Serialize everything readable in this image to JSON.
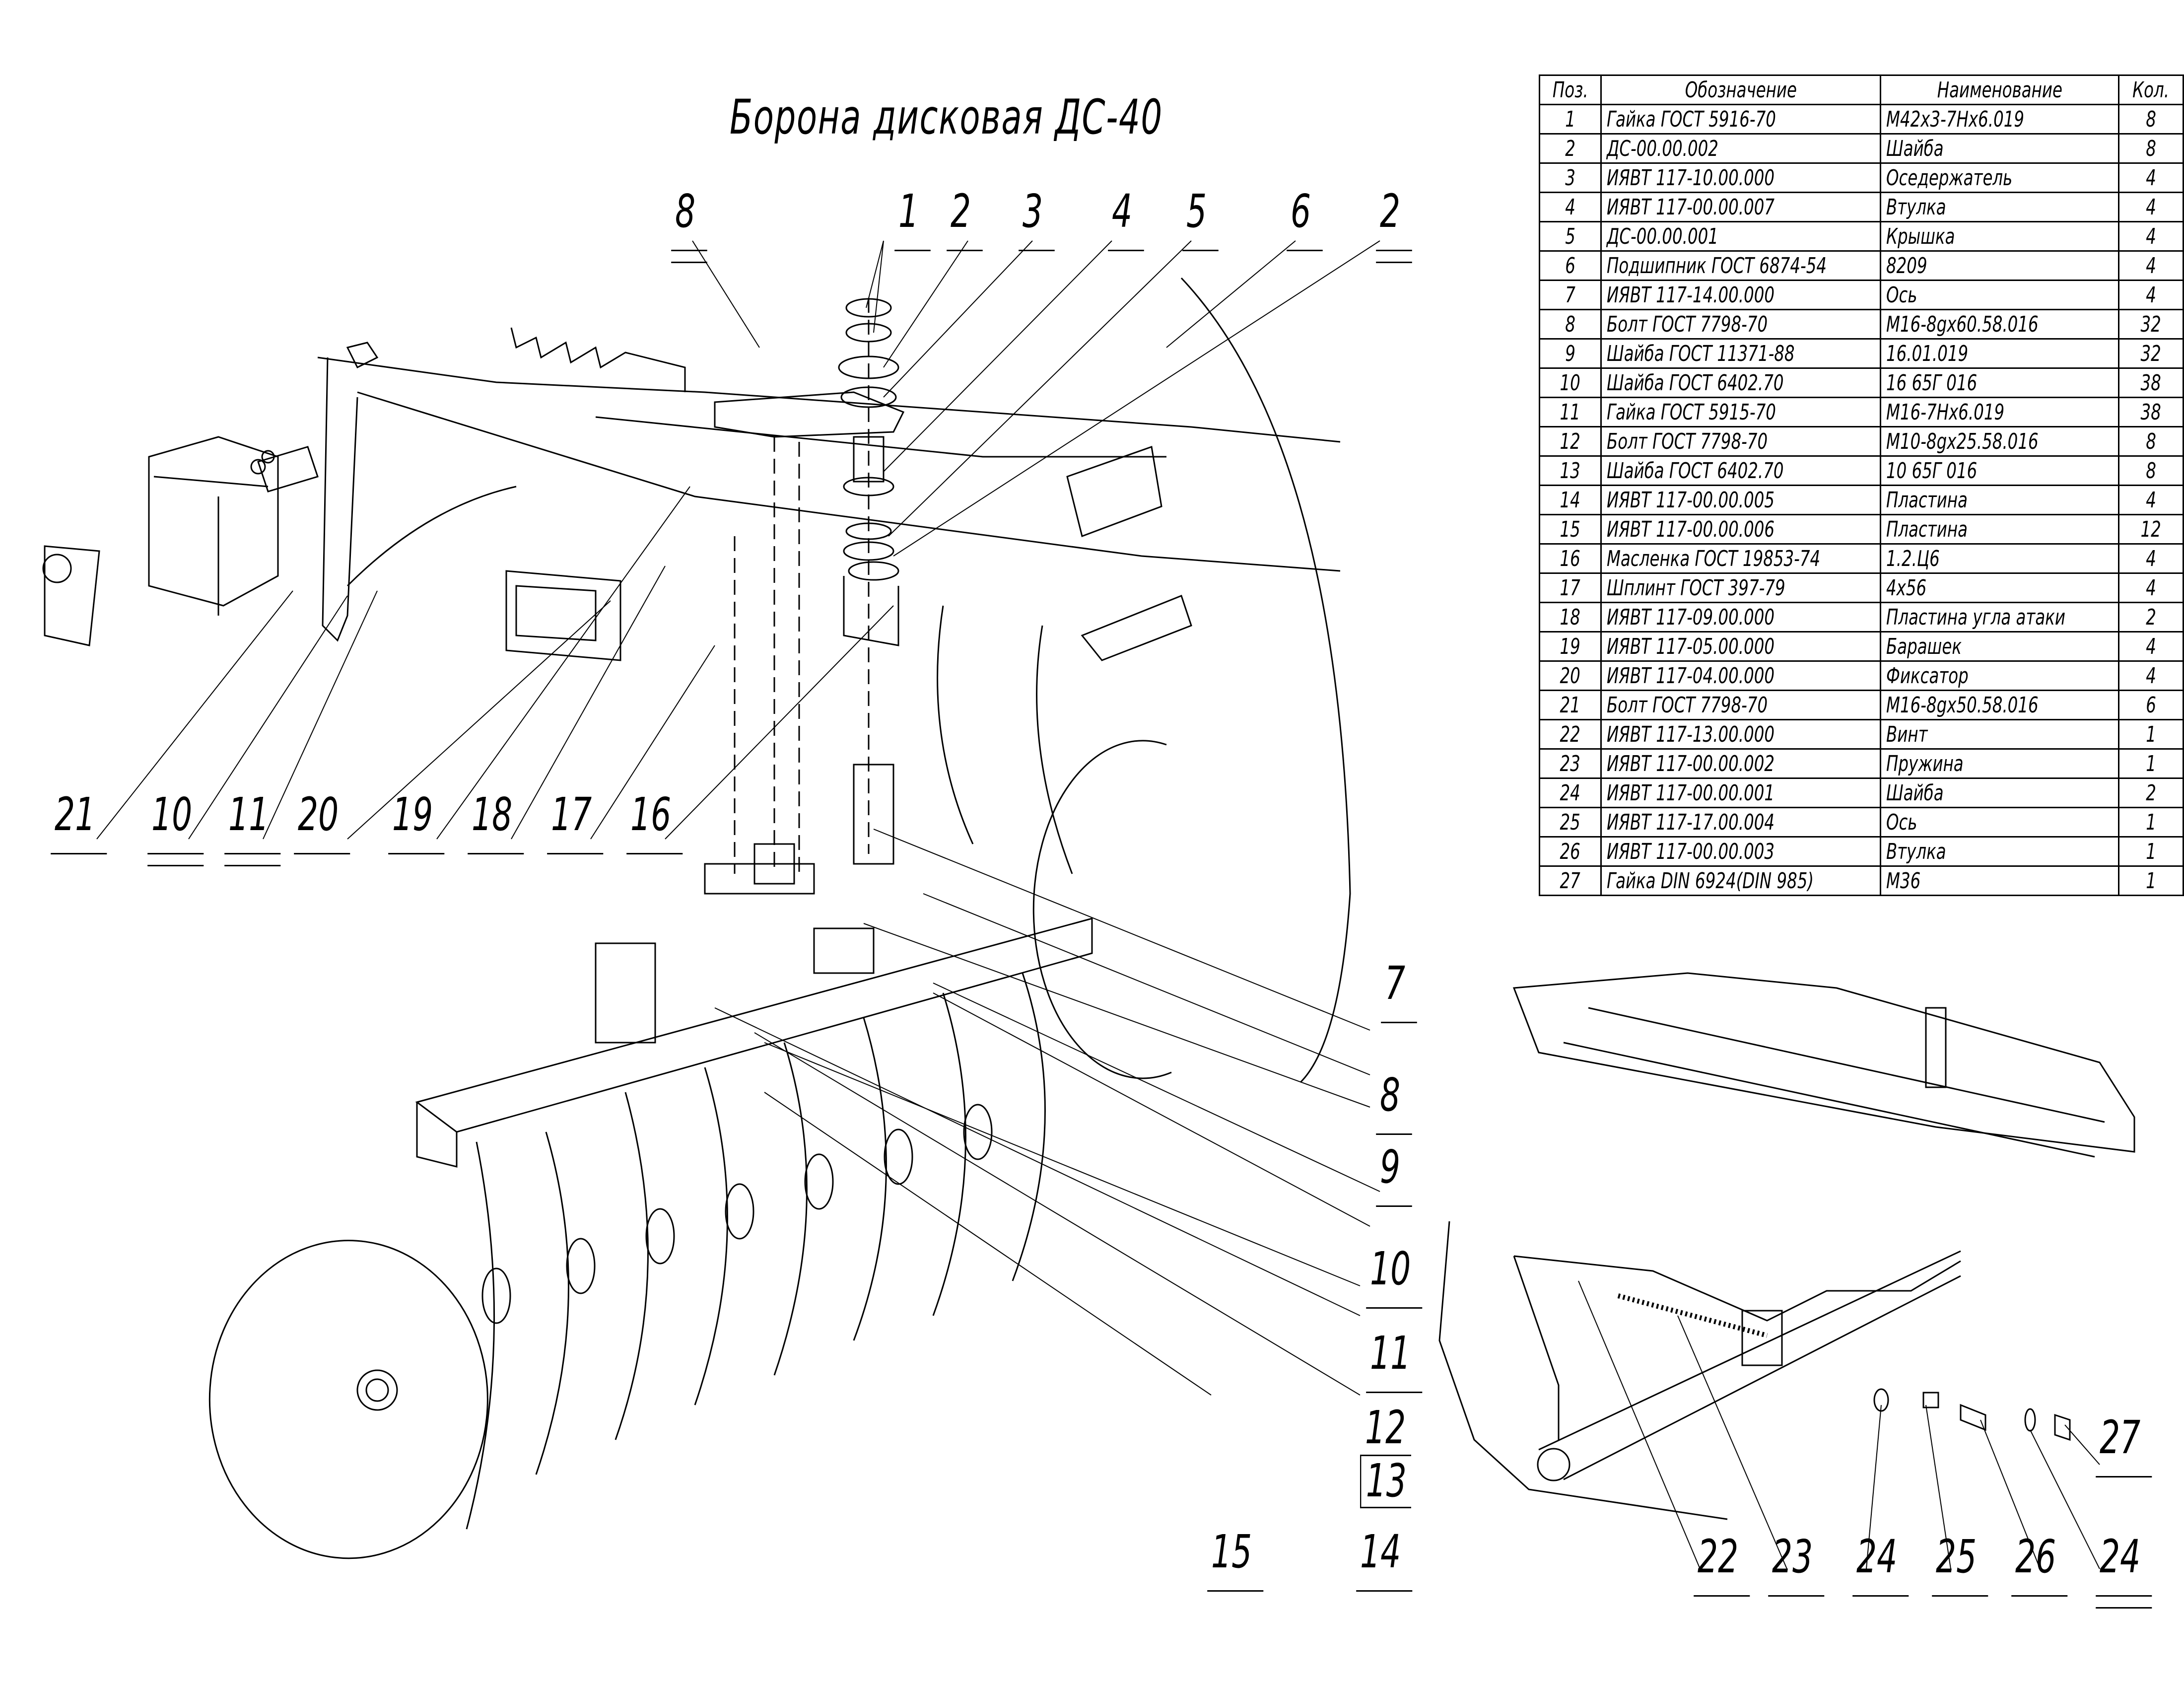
{
  "title": "Борона дисковая ДС-40",
  "callouts": {
    "top": [
      "8",
      "1",
      "2",
      "3",
      "4",
      "5",
      "6",
      "2"
    ],
    "left_bottom": [
      "21",
      "10",
      "11",
      "20",
      "19",
      "18",
      "17",
      "16"
    ],
    "right_side": [
      "7",
      "8",
      "9",
      "10",
      "11",
      "12",
      "13",
      "14",
      "15"
    ],
    "inset": [
      "22",
      "23",
      "24",
      "25",
      "26",
      "24",
      "27"
    ]
  },
  "bom": {
    "headers": {
      "pos": "Поз.",
      "designation": "Обозначение",
      "name": "Наименование",
      "qty": "Кол."
    },
    "rows": [
      {
        "pos": "1",
        "designation": "Гайка ГОСТ 5916-70",
        "name": "М42х3-7Нх6.019",
        "qty": "8"
      },
      {
        "pos": "2",
        "designation": "ДС-00.00.002",
        "name": "Шайба",
        "qty": "8"
      },
      {
        "pos": "3",
        "designation": "ИЯВТ 117-10.00.000",
        "name": "Оседержатель",
        "qty": "4"
      },
      {
        "pos": "4",
        "designation": "ИЯВТ 117-00.00.007",
        "name": "Втулка",
        "qty": "4"
      },
      {
        "pos": "5",
        "designation": "ДС-00.00.001",
        "name": "Крышка",
        "qty": "4"
      },
      {
        "pos": "6",
        "designation": "Подшипник ГОСТ 6874-54",
        "name": "8209",
        "qty": "4"
      },
      {
        "pos": "7",
        "designation": "ИЯВТ 117-14.00.000",
        "name": "Ось",
        "qty": "4"
      },
      {
        "pos": "8",
        "designation": "Болт ГОСТ 7798-70",
        "name": "М16-8gх60.58.016",
        "qty": "32"
      },
      {
        "pos": "9",
        "designation": "Шайба ГОСТ 11371-88",
        "name": "16.01.019",
        "qty": "32"
      },
      {
        "pos": "10",
        "designation": "Шайба ГОСТ 6402.70",
        "name": "16 65Г 016",
        "qty": "38"
      },
      {
        "pos": "11",
        "designation": "Гайка ГОСТ 5915-70",
        "name": "М16-7Нх6.019",
        "qty": "38"
      },
      {
        "pos": "12",
        "designation": "Болт ГОСТ 7798-70",
        "name": "М10-8gх25.58.016",
        "qty": "8"
      },
      {
        "pos": "13",
        "designation": "Шайба ГОСТ 6402.70",
        "name": "10 65Г 016",
        "qty": "8"
      },
      {
        "pos": "14",
        "designation": "ИЯВТ 117-00.00.005",
        "name": "Пластина",
        "qty": "4"
      },
      {
        "pos": "15",
        "designation": "ИЯВТ 117-00.00.006",
        "name": "Пластина",
        "qty": "12"
      },
      {
        "pos": "16",
        "designation": "Масленка ГОСТ 19853-74",
        "name": "1.2.Ц6",
        "qty": "4"
      },
      {
        "pos": "17",
        "designation": "Шплинт ГОСТ 397-79",
        "name": "4х56",
        "qty": "4"
      },
      {
        "pos": "18",
        "designation": "ИЯВТ 117-09.00.000",
        "name": "Пластина угла атаки",
        "qty": "2"
      },
      {
        "pos": "19",
        "designation": "ИЯВТ 117-05.00.000",
        "name": "Барашек",
        "qty": "4"
      },
      {
        "pos": "20",
        "designation": "ИЯВТ 117-04.00.000",
        "name": "Фиксатор",
        "qty": "4"
      },
      {
        "pos": "21",
        "designation": "Болт ГОСТ 7798-70",
        "name": "М16-8gх50.58.016",
        "qty": "6"
      },
      {
        "pos": "22",
        "designation": "ИЯВТ 117-13.00.000",
        "name": "Винт",
        "qty": "1"
      },
      {
        "pos": "23",
        "designation": "ИЯВТ 117-00.00.002",
        "name": "Пружина",
        "qty": "1"
      },
      {
        "pos": "24",
        "designation": "ИЯВТ 117-00.00.001",
        "name": "Шайба",
        "qty": "2"
      },
      {
        "pos": "25",
        "designation": "ИЯВТ 117-17.00.004",
        "name": "Ось",
        "qty": "1"
      },
      {
        "pos": "26",
        "designation": "ИЯВТ 117-00.00.003",
        "name": "Втулка",
        "qty": "1"
      },
      {
        "pos": "27",
        "designation": "Гайка DIN 6924(DIN 985)",
        "name": "М36",
        "qty": "1"
      }
    ]
  }
}
